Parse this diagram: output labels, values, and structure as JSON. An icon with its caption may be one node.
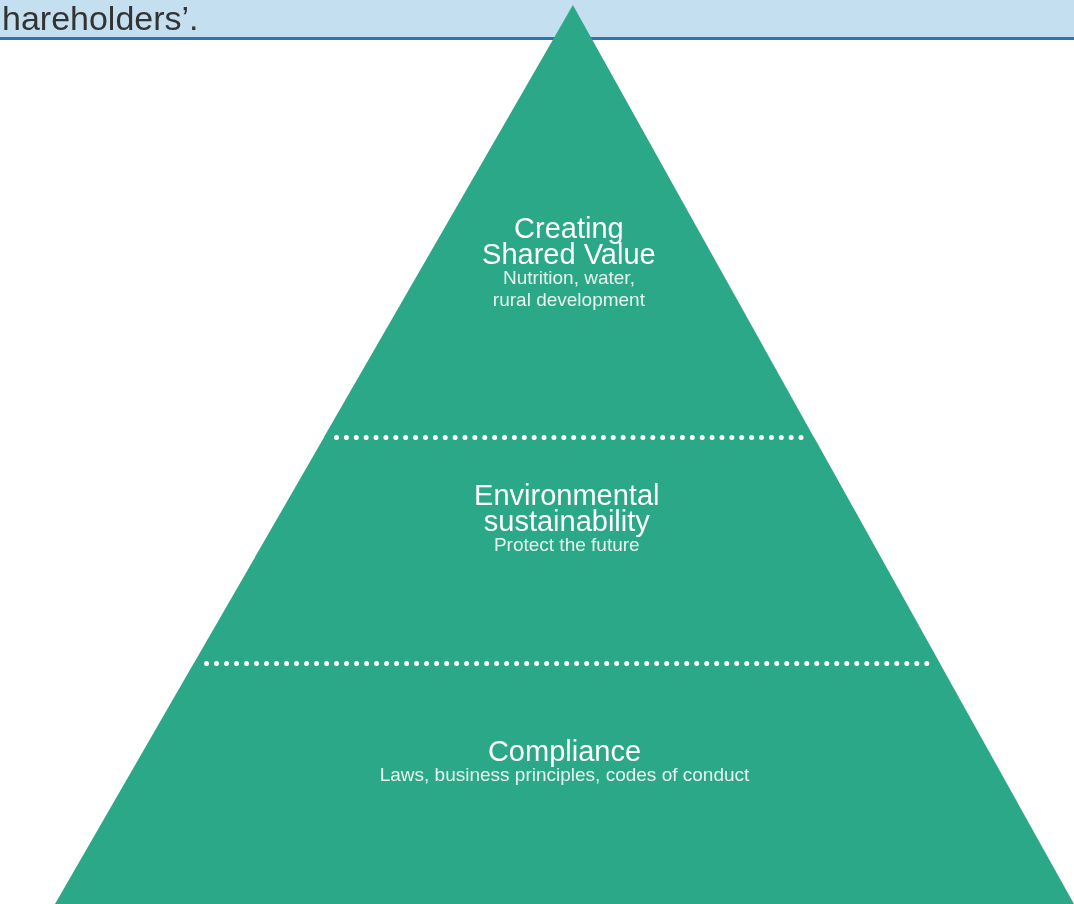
{
  "diagram": {
    "nodes": [
      {
        "text": [
          "Creating Shared Value",
          "Nutrition, water, rural development"
        ]
      },
      {
        "text": [
          "Environmental sustainability",
          "Protect the future"
        ]
      },
      {
        "text": [
          "Compliance",
          "Laws, business principles, codes of conduct"
        ]
      }
    ],
    "labels": [
      "hareholders’."
    ]
  }
}
